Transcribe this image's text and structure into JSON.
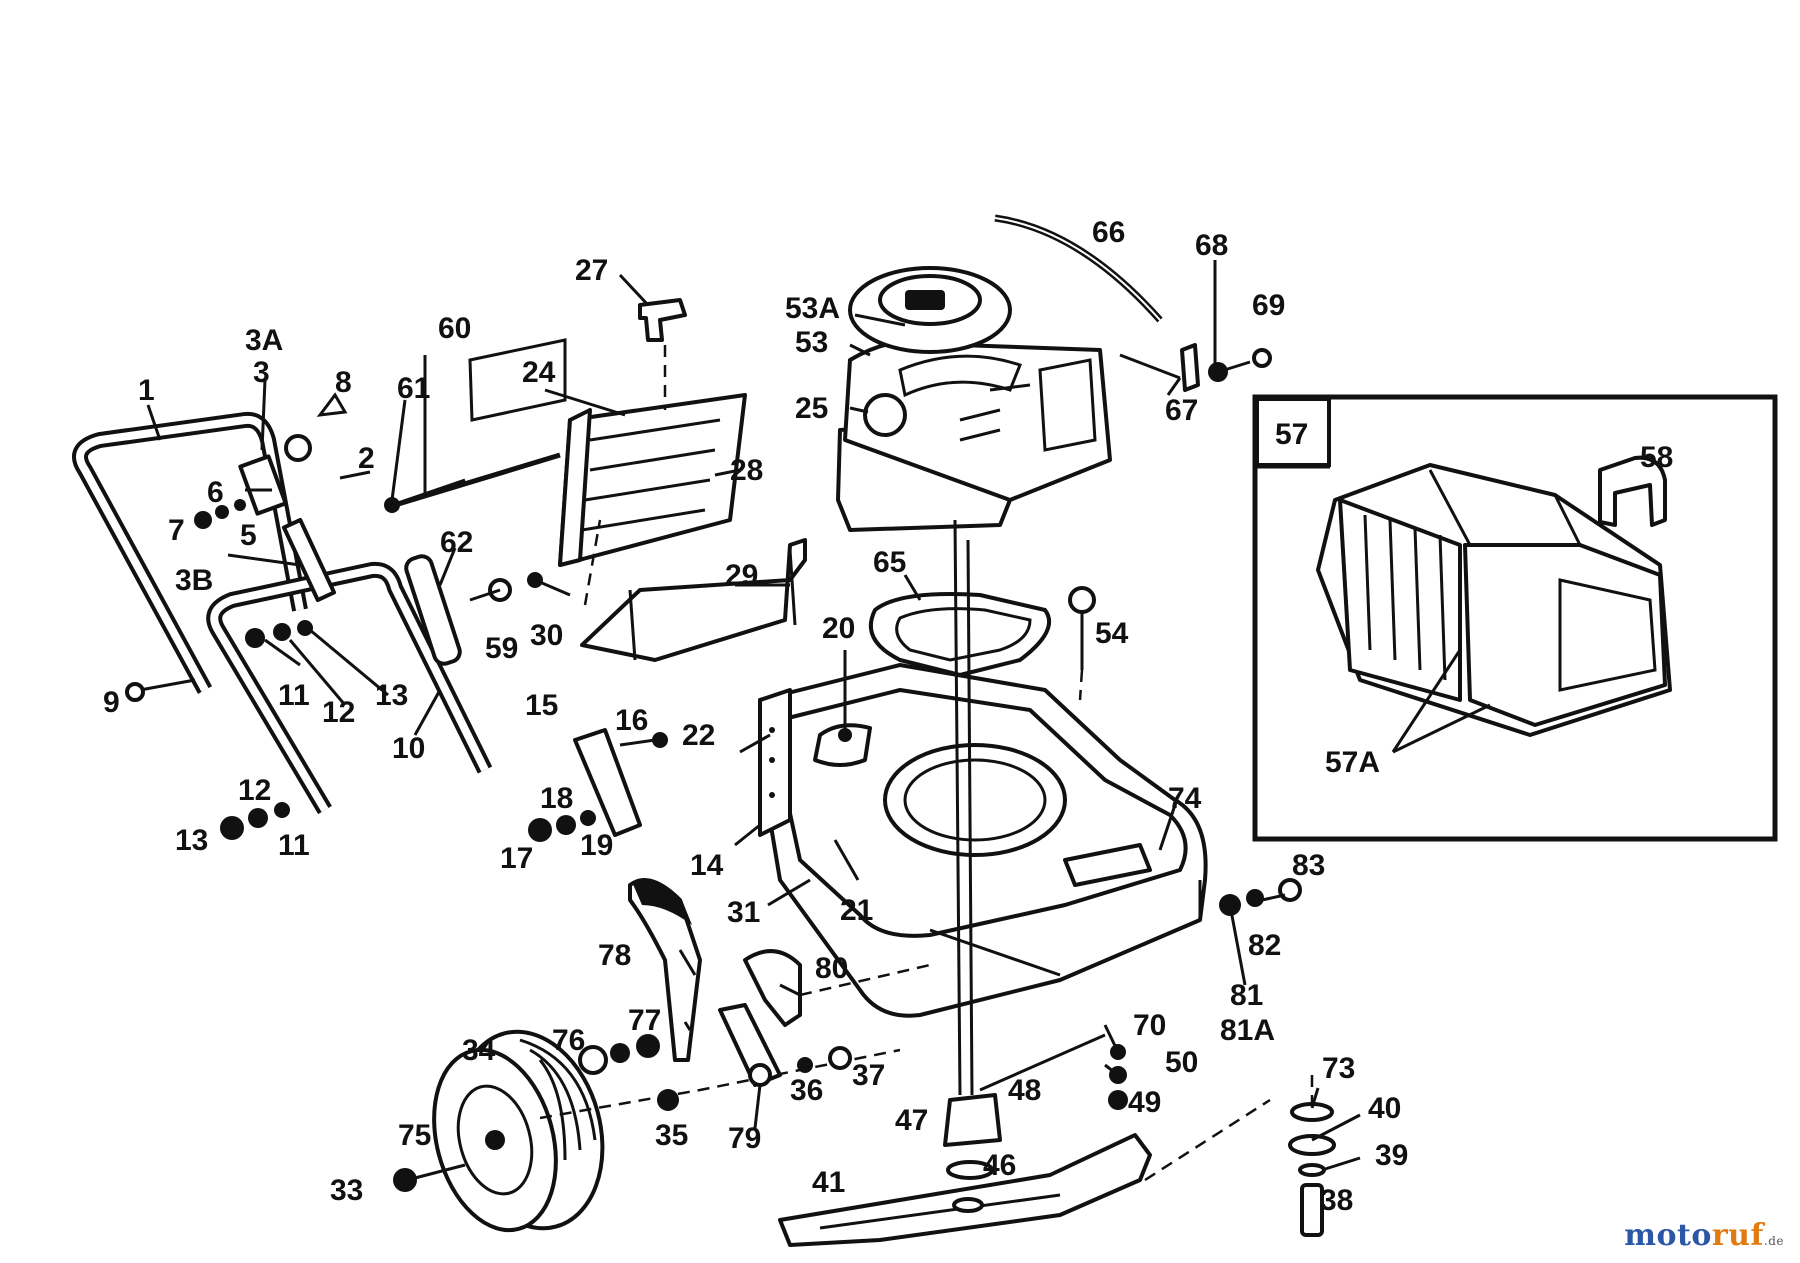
{
  "diagram": {
    "callouts": {
      "c1": "1",
      "c2": "2",
      "c3": "3",
      "c3a": "3A",
      "c3b": "3B",
      "c5": "5",
      "c6": "6",
      "c7": "7",
      "c8": "8",
      "c9": "9",
      "c10": "10",
      "c11a": "11",
      "c11b": "11",
      "c12a": "12",
      "c12b": "12",
      "c13a": "13",
      "c13b": "13",
      "c14": "14",
      "c15": "15",
      "c16": "16",
      "c17": "17",
      "c18": "18",
      "c19": "19",
      "c20": "20",
      "c21": "21",
      "c22": "22",
      "c24": "24",
      "c25": "25",
      "c27": "27",
      "c28": "28",
      "c29": "29",
      "c30": "30",
      "c31": "31",
      "c33": "33",
      "c34": "34",
      "c35": "35",
      "c36": "36",
      "c37": "37",
      "c38": "38",
      "c39": "39",
      "c40": "40",
      "c41": "41",
      "c46": "46",
      "c47": "47",
      "c48": "48",
      "c49": "49",
      "c50": "50",
      "c53": "53",
      "c53a": "53A",
      "c54": "54",
      "c57": "57",
      "c57a": "57A",
      "c58": "58",
      "c59": "59",
      "c60": "60",
      "c61": "61",
      "c62": "62",
      "c65": "65",
      "c66": "66",
      "c67": "67",
      "c68": "68",
      "c69": "69",
      "c70": "70",
      "c73": "73",
      "c74": "74",
      "c75": "75",
      "c76": "76",
      "c77": "77",
      "c78": "78",
      "c79": "79",
      "c80": "80",
      "c81": "81",
      "c81a": "81A",
      "c82": "82",
      "c83": "83"
    }
  },
  "watermark": {
    "part1": "moto",
    "part2": "ruf",
    "suffix": ".de"
  }
}
